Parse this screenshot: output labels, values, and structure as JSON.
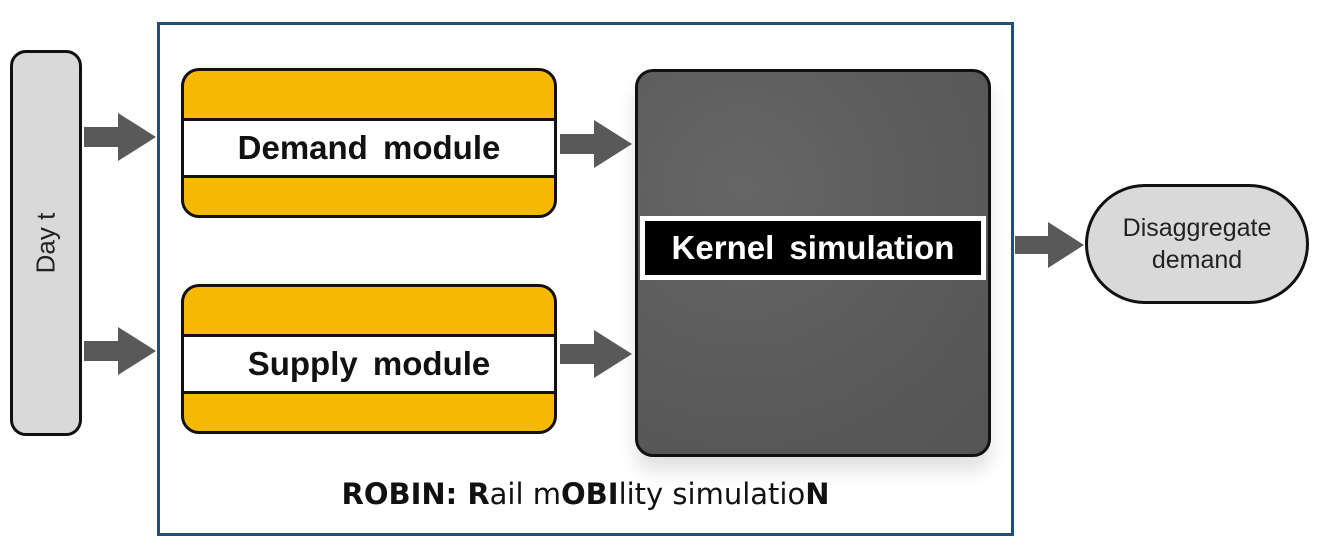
{
  "input": {
    "label": "Day t"
  },
  "modules": {
    "demand": "Demand  module",
    "supply": "Supply  module"
  },
  "kernel": {
    "label": "Kernel  simulation"
  },
  "output": {
    "line1": "Disaggregate",
    "line2": "demand"
  },
  "footer": {
    "p1": "ROBIN:  R",
    "p2": "ail m",
    "p3": "OBI",
    "p4": "lity simulatio",
    "p5": "N"
  },
  "colors": {
    "module_fill": "#f6b800",
    "kernel_fill": "#5d5d5d",
    "frame_border": "#1f4f7a",
    "arrow": "#595959",
    "input_fill": "#d9d9d9"
  }
}
